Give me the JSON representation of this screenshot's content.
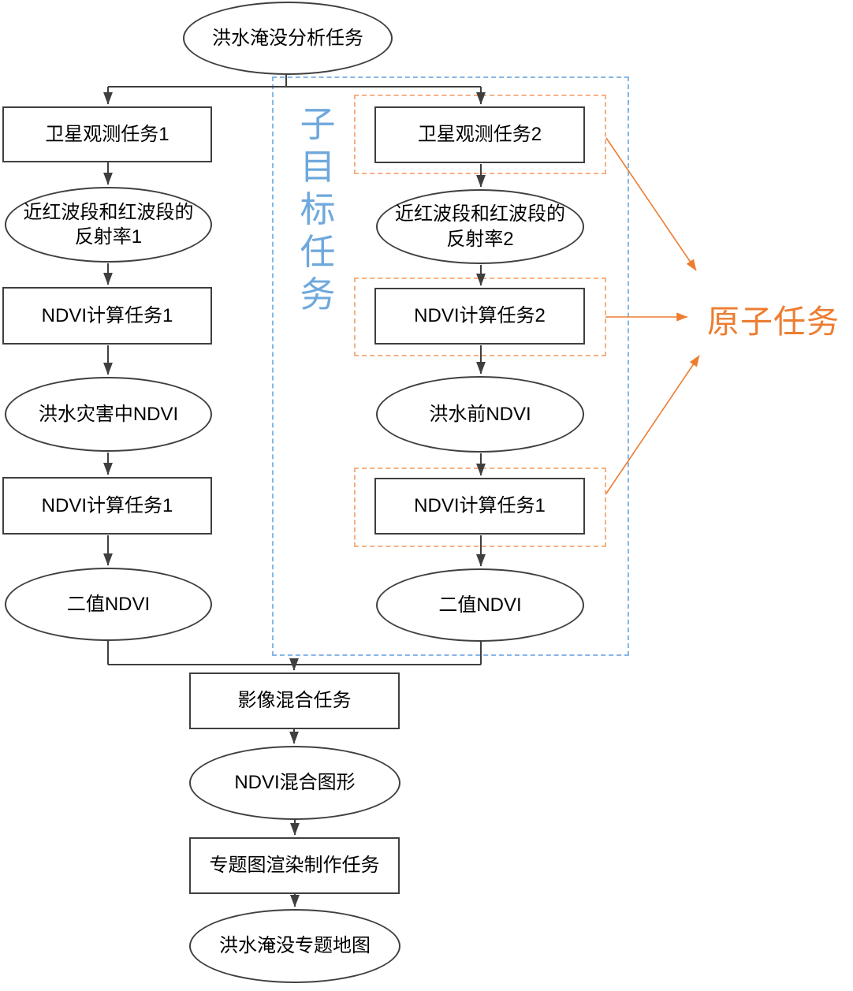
{
  "diagram": {
    "root_task": "洪水淹没分析任务",
    "left_branch": {
      "satellite_task_1": "卫星观测任务1",
      "reflectance_1": "近红波段和红波段的反射率1",
      "ndvi_calc_task_a": "NDVI计算任务1",
      "flood_during_ndvi": "洪水灾害中NDVI",
      "ndvi_calc_task_b": "NDVI计算任务1",
      "binary_ndvi": "二值NDVI"
    },
    "right_branch": {
      "satellite_task_2": "卫星观测任务2",
      "reflectance_2": "近红波段和红波段的反射率2",
      "ndvi_calc_task_2": "NDVI计算任务2",
      "pre_flood_ndvi": "洪水前NDVI",
      "ndvi_calc_task_1": "NDVI计算任务1",
      "binary_ndvi": "二值NDVI"
    },
    "merge_flow": {
      "image_blend_task": "影像混合任务",
      "ndvi_blend_graphic": "NDVI混合图形",
      "thematic_map_render_task": "专题图渲染制作任务",
      "flood_thematic_map": "洪水淹没专题地图"
    },
    "annotations": {
      "subgoal_task_label": "子目标任务",
      "atomic_task_label": "原子任务"
    },
    "colors": {
      "atomic_orange": "#ED7D31",
      "orange_dashed_border": "#F4B183",
      "blue_dashed_border": "#85B7E4",
      "subgoal_blue": "#6FA8DC",
      "connector_dark": "#3F3F3F"
    }
  }
}
